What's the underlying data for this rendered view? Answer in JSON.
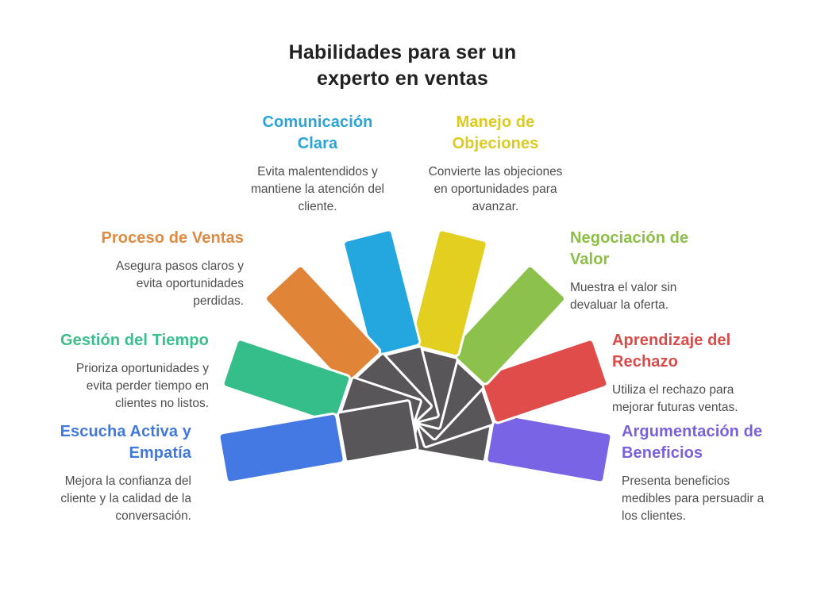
{
  "title": {
    "text": "Habilidades para ser un\nexperto en ventas",
    "color": "#212121"
  },
  "body_text_color": "#4E4E4E",
  "skills": [
    {
      "id": "comunicacion-clara",
      "heading": "Comunicación\nClara",
      "description": "Evita malentendidos y\nmantiene la atención del\ncliente.",
      "color": "#29A4D9"
    },
    {
      "id": "manejo-objeciones",
      "heading": "Manejo de\nObjeciones",
      "description": "Convierte las objeciones\nen oportunidades para\navanzar.",
      "color": "#DCCA1E"
    },
    {
      "id": "proceso-ventas",
      "heading": "Proceso de Ventas",
      "description": "Asegura pasos claros y\nevita oportunidades\nperdidas.",
      "color": "#DF8A3E"
    },
    {
      "id": "negociacion-valor",
      "heading": "Negociación de\nValor",
      "description": "Muestra el valor sin\ndevaluar la oferta.",
      "color": "#8CBF45"
    },
    {
      "id": "gestion-tiempo",
      "heading": "Gestión del Tiempo",
      "description": "Prioriza oportunidades y\nevita perder tiempo en\nclientes no listos.",
      "color": "#3BBE8C"
    },
    {
      "id": "aprendizaje-rechazo",
      "heading": "Aprendizaje del\nRechazo",
      "description": "Utiliza el rechazo para\nmejorar futuras ventas.",
      "color": "#D84B49"
    },
    {
      "id": "escucha-activa-empatia",
      "heading": "Escucha Activa y\nEmpatía",
      "description": "Mejora la confianza del\ncliente y la calidad de la\nconversación.",
      "color": "#4079DB"
    },
    {
      "id": "argumentacion-beneficios",
      "heading": "Argumentación de\nBeneficios",
      "description": "Presenta beneficios\nmedibles para persuadir a\nlos clientes.",
      "color": "#7A60DB"
    }
  ],
  "fan": {
    "hub_color": "#595659",
    "outline_color": "#FFFFFF",
    "blades": [
      {
        "skill": "argumentacion-beneficios",
        "color": "#7A64E6",
        "angle": 100
      },
      {
        "skill": "aprendizaje-rechazo",
        "color": "#E04C49",
        "angle": 71.4
      },
      {
        "skill": "negociacion-valor",
        "color": "#8CC14B",
        "angle": 42.9
      },
      {
        "skill": "manejo-objeciones",
        "color": "#E2CF1F",
        "angle": 14.3
      },
      {
        "skill": "comunicacion-clara",
        "color": "#24A7DE",
        "angle": -14.3
      },
      {
        "skill": "proceso-ventas",
        "color": "#E08437",
        "angle": -42.9
      },
      {
        "skill": "gestion-tiempo",
        "color": "#35BE8A",
        "angle": -71.4
      },
      {
        "skill": "escucha-activa-empatia",
        "color": "#4478E2",
        "angle": -100
      }
    ]
  }
}
